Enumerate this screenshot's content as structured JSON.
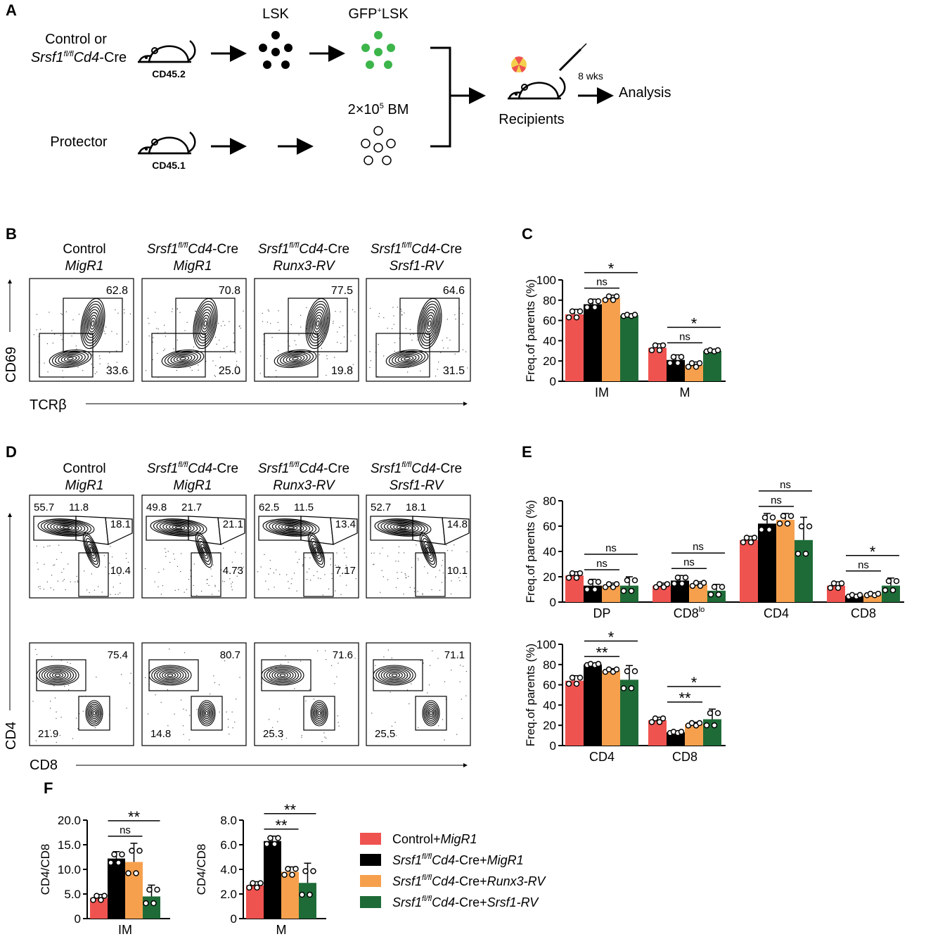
{
  "colors": {
    "control": "#ef5350",
    "cre": "#000000",
    "runx3": "#f6a04d",
    "srsf1": "#1e6b37"
  },
  "panel_labels": {
    "A": "A",
    "B": "B",
    "C": "C",
    "D": "D",
    "E": "E",
    "F": "F"
  },
  "schematic": {
    "control_line1": "Control or",
    "control_line2_pre": "Srsf1",
    "control_line2_sup": "fl/fl",
    "control_line2_post": "Cd4-Cre",
    "cd452": "CD45.2",
    "lsk": "LSK",
    "gfp_lsk": "GFP",
    "gfp_lsk_sup": "+",
    "gfp_lsk_post": "LSK",
    "protector": "Protector",
    "cd451": "CD45.1",
    "bm_pre": "2×10",
    "bm_sup": "5",
    "bm_post": " BM",
    "recipients": "Recipients",
    "weeks": "8 wks",
    "analysis": "Analysis"
  },
  "flow": {
    "headers": [
      {
        "line1": "Control",
        "line2": "MigR1"
      },
      {
        "line1": "Srsf1",
        "sup": "fl/fl",
        "post": "Cd4-Cre",
        "line2": "MigR1"
      },
      {
        "line1": "Srsf1",
        "sup": "fl/fl",
        "post": "Cd4-Cre",
        "line2": "Runx3-RV"
      },
      {
        "line1": "Srsf1",
        "sup": "fl/fl",
        "post": "Cd4-Cre",
        "line2": "Srsf1-RV"
      }
    ],
    "b_values": [
      [
        "62.8",
        "33.6"
      ],
      [
        "70.8",
        "25.0"
      ],
      [
        "77.5",
        "19.8"
      ],
      [
        "64.6",
        "31.5"
      ]
    ],
    "b_ylabel": "CD69",
    "b_xlabel": "TCRβ",
    "d1_values": [
      [
        "55.7",
        "11.8",
        "18.1",
        "10.4"
      ],
      [
        "49.8",
        "21.7",
        "21.1",
        "4.73"
      ],
      [
        "62.5",
        "11.5",
        "13.4",
        "7.17"
      ],
      [
        "52.7",
        "18.1",
        "14.8",
        "10.1"
      ]
    ],
    "d2_values": [
      [
        "75.4",
        "21.9"
      ],
      [
        "80.7",
        "14.8"
      ],
      [
        "71.6",
        "25.3"
      ],
      [
        "71.1",
        "25.5"
      ]
    ],
    "d_ylabel": "CD4",
    "d_xlabel": "CD8"
  },
  "chart_data": [
    {
      "panel": "C",
      "type": "bar",
      "categories": [
        "IM",
        "M"
      ],
      "ylabel": "Freq.of parents (%)",
      "ylim": [
        0,
        100
      ],
      "yticks": [
        "0",
        "20",
        "40",
        "60",
        "80",
        "100"
      ],
      "series": [
        {
          "name": "Control+MigR1",
          "values": [
            66,
            33
          ],
          "err": [
            5,
            4
          ]
        },
        {
          "name": "Srsf1fl/flCd4-Cre+MigR1",
          "values": [
            76,
            21
          ],
          "err": [
            5,
            5
          ]
        },
        {
          "name": "Srsf1fl/flCd4-Cre+Runx3-RV",
          "values": [
            82,
            16
          ],
          "err": [
            3,
            3
          ]
        },
        {
          "name": "Srsf1fl/flCd4-Cre+Srsf1-RV",
          "values": [
            65,
            30
          ],
          "err": [
            1,
            1
          ]
        }
      ],
      "significance": [
        {
          "text": "ns",
          "category": 0,
          "from": 1,
          "to": 2,
          "level": 1
        },
        {
          "text": "*",
          "category": 0,
          "from": 1,
          "to": 3,
          "level": 2
        },
        {
          "text": "ns",
          "category": 1,
          "from": 1,
          "to": 2,
          "level": 1
        },
        {
          "text": "*",
          "category": 1,
          "from": 1,
          "to": 3,
          "level": 2
        }
      ]
    },
    {
      "panel": "E-top",
      "type": "bar",
      "categories": [
        "DP",
        "CD8lo",
        "CD4",
        "CD8"
      ],
      "ylabel": "Freq.of parents (%)",
      "ylim": [
        0,
        80
      ],
      "yticks": [
        "0",
        "20",
        "40",
        "60",
        "80"
      ],
      "series": [
        {
          "name": "Control+MigR1",
          "values": [
            21,
            13,
            49,
            13
          ],
          "err": [
            3,
            2,
            3,
            3
          ]
        },
        {
          "name": "Srsf1fl/flCd4-Cre+MigR1",
          "values": [
            13,
            17,
            62,
            5
          ],
          "err": [
            5,
            4,
            8,
            1
          ]
        },
        {
          "name": "Srsf1fl/flCd4-Cre+Runx3-RV",
          "values": [
            13,
            14,
            65,
            6
          ],
          "err": [
            2,
            2,
            5,
            1
          ]
        },
        {
          "name": "Srsf1fl/flCd4-Cre+Srsf1-RV",
          "values": [
            13,
            9,
            49,
            13
          ],
          "err": [
            7,
            5,
            18,
            6
          ]
        }
      ],
      "significance": [
        {
          "text": "ns",
          "category": 0,
          "from": 1,
          "to": 2,
          "level": 1
        },
        {
          "text": "ns",
          "category": 0,
          "from": 1,
          "to": 3,
          "level": 2
        },
        {
          "text": "ns",
          "category": 1,
          "from": 1,
          "to": 2,
          "level": 1
        },
        {
          "text": "ns",
          "category": 1,
          "from": 1,
          "to": 3,
          "level": 2
        },
        {
          "text": "ns",
          "category": 2,
          "from": 1,
          "to": 2,
          "level": 1
        },
        {
          "text": "ns",
          "category": 2,
          "from": 1,
          "to": 3,
          "level": 2
        },
        {
          "text": "ns",
          "category": 3,
          "from": 1,
          "to": 2,
          "level": 1
        },
        {
          "text": "*",
          "category": 3,
          "from": 1,
          "to": 3,
          "level": 2
        }
      ]
    },
    {
      "panel": "E-bottom",
      "type": "bar",
      "categories": [
        "CD4",
        "CD8"
      ],
      "ylabel": "Freq.of parents (%)",
      "ylim": [
        0,
        100
      ],
      "yticks": [
        "0",
        "20",
        "40",
        "60",
        "80",
        "100"
      ],
      "series": [
        {
          "name": "Control+MigR1",
          "values": [
            64,
            25
          ],
          "err": [
            5,
            3
          ]
        },
        {
          "name": "Srsf1fl/flCd4-Cre+MigR1",
          "values": [
            80,
            13
          ],
          "err": [
            1,
            1
          ]
        },
        {
          "name": "Srsf1fl/flCd4-Cre+Runx3-RV",
          "values": [
            74,
            21
          ],
          "err": [
            2,
            2
          ]
        },
        {
          "name": "Srsf1fl/flCd4-Cre+Srsf1-RV",
          "values": [
            65,
            26
          ],
          "err": [
            14,
            10
          ]
        }
      ],
      "significance": [
        {
          "text": "**",
          "category": 0,
          "from": 1,
          "to": 2,
          "level": 1
        },
        {
          "text": "*",
          "category": 0,
          "from": 1,
          "to": 3,
          "level": 2
        },
        {
          "text": "**",
          "category": 1,
          "from": 1,
          "to": 2,
          "level": 1
        },
        {
          "text": "*",
          "category": 1,
          "from": 1,
          "to": 3,
          "level": 2
        }
      ]
    },
    {
      "panel": "F-IM",
      "type": "bar",
      "categories": [
        "IM"
      ],
      "ylabel": "CD4/CD8",
      "ylim": [
        0,
        20
      ],
      "yticks": [
        "0",
        "5.0",
        "10.0",
        "15.0",
        "20.0"
      ],
      "series": [
        {
          "name": "Control+MigR1",
          "values": [
            4.2
          ],
          "err": [
            0.7
          ]
        },
        {
          "name": "Srsf1fl/flCd4-Cre+MigR1",
          "values": [
            12.2
          ],
          "err": [
            1.4
          ]
        },
        {
          "name": "Srsf1fl/flCd4-Cre+Runx3-RV",
          "values": [
            11.5
          ],
          "err": [
            3.8
          ]
        },
        {
          "name": "Srsf1fl/flCd4-Cre+Srsf1-RV",
          "values": [
            4.5
          ],
          "err": [
            2.3
          ]
        }
      ],
      "significance": [
        {
          "text": "ns",
          "category": 0,
          "from": 1,
          "to": 2,
          "level": 1
        },
        {
          "text": "**",
          "category": 0,
          "from": 1,
          "to": 3,
          "level": 2
        }
      ]
    },
    {
      "panel": "F-M",
      "type": "bar",
      "categories": [
        "M"
      ],
      "ylabel": "CD4/CD8",
      "ylim": [
        0,
        8
      ],
      "yticks": [
        "0",
        "2.0",
        "4.0",
        "6.0",
        "8.0"
      ],
      "series": [
        {
          "name": "Control+MigR1",
          "values": [
            2.7
          ],
          "err": [
            0.3
          ]
        },
        {
          "name": "Srsf1fl/flCd4-Cre+MigR1",
          "values": [
            6.3
          ],
          "err": [
            0.4
          ]
        },
        {
          "name": "Srsf1fl/flCd4-Cre+Runx3-RV",
          "values": [
            3.8
          ],
          "err": [
            0.4
          ]
        },
        {
          "name": "Srsf1fl/flCd4-Cre+Srsf1-RV",
          "values": [
            2.9
          ],
          "err": [
            1.6
          ]
        }
      ],
      "significance": [
        {
          "text": "**",
          "category": 0,
          "from": 1,
          "to": 2,
          "level": 1
        },
        {
          "text": "**",
          "category": 0,
          "from": 1,
          "to": 3,
          "level": 2
        }
      ]
    }
  ],
  "legend": [
    {
      "pre": "Control+",
      "sup": "",
      "mid": "",
      "italic_tail": "MigR1",
      "color_key": "control"
    },
    {
      "pre": "Srsf1",
      "sup": "fl/fl",
      "mid": "Cd4-Cre+",
      "italic_tail": "MigR1",
      "color_key": "cre"
    },
    {
      "pre": "Srsf1",
      "sup": "fl/fl",
      "mid": "Cd4-Cre+",
      "italic_tail": "Runx3-RV",
      "color_key": "runx3"
    },
    {
      "pre": "Srsf1",
      "sup": "fl/fl",
      "mid": "Cd4-Cre+",
      "italic_tail": "Srsf1-RV",
      "color_key": "srsf1"
    }
  ]
}
